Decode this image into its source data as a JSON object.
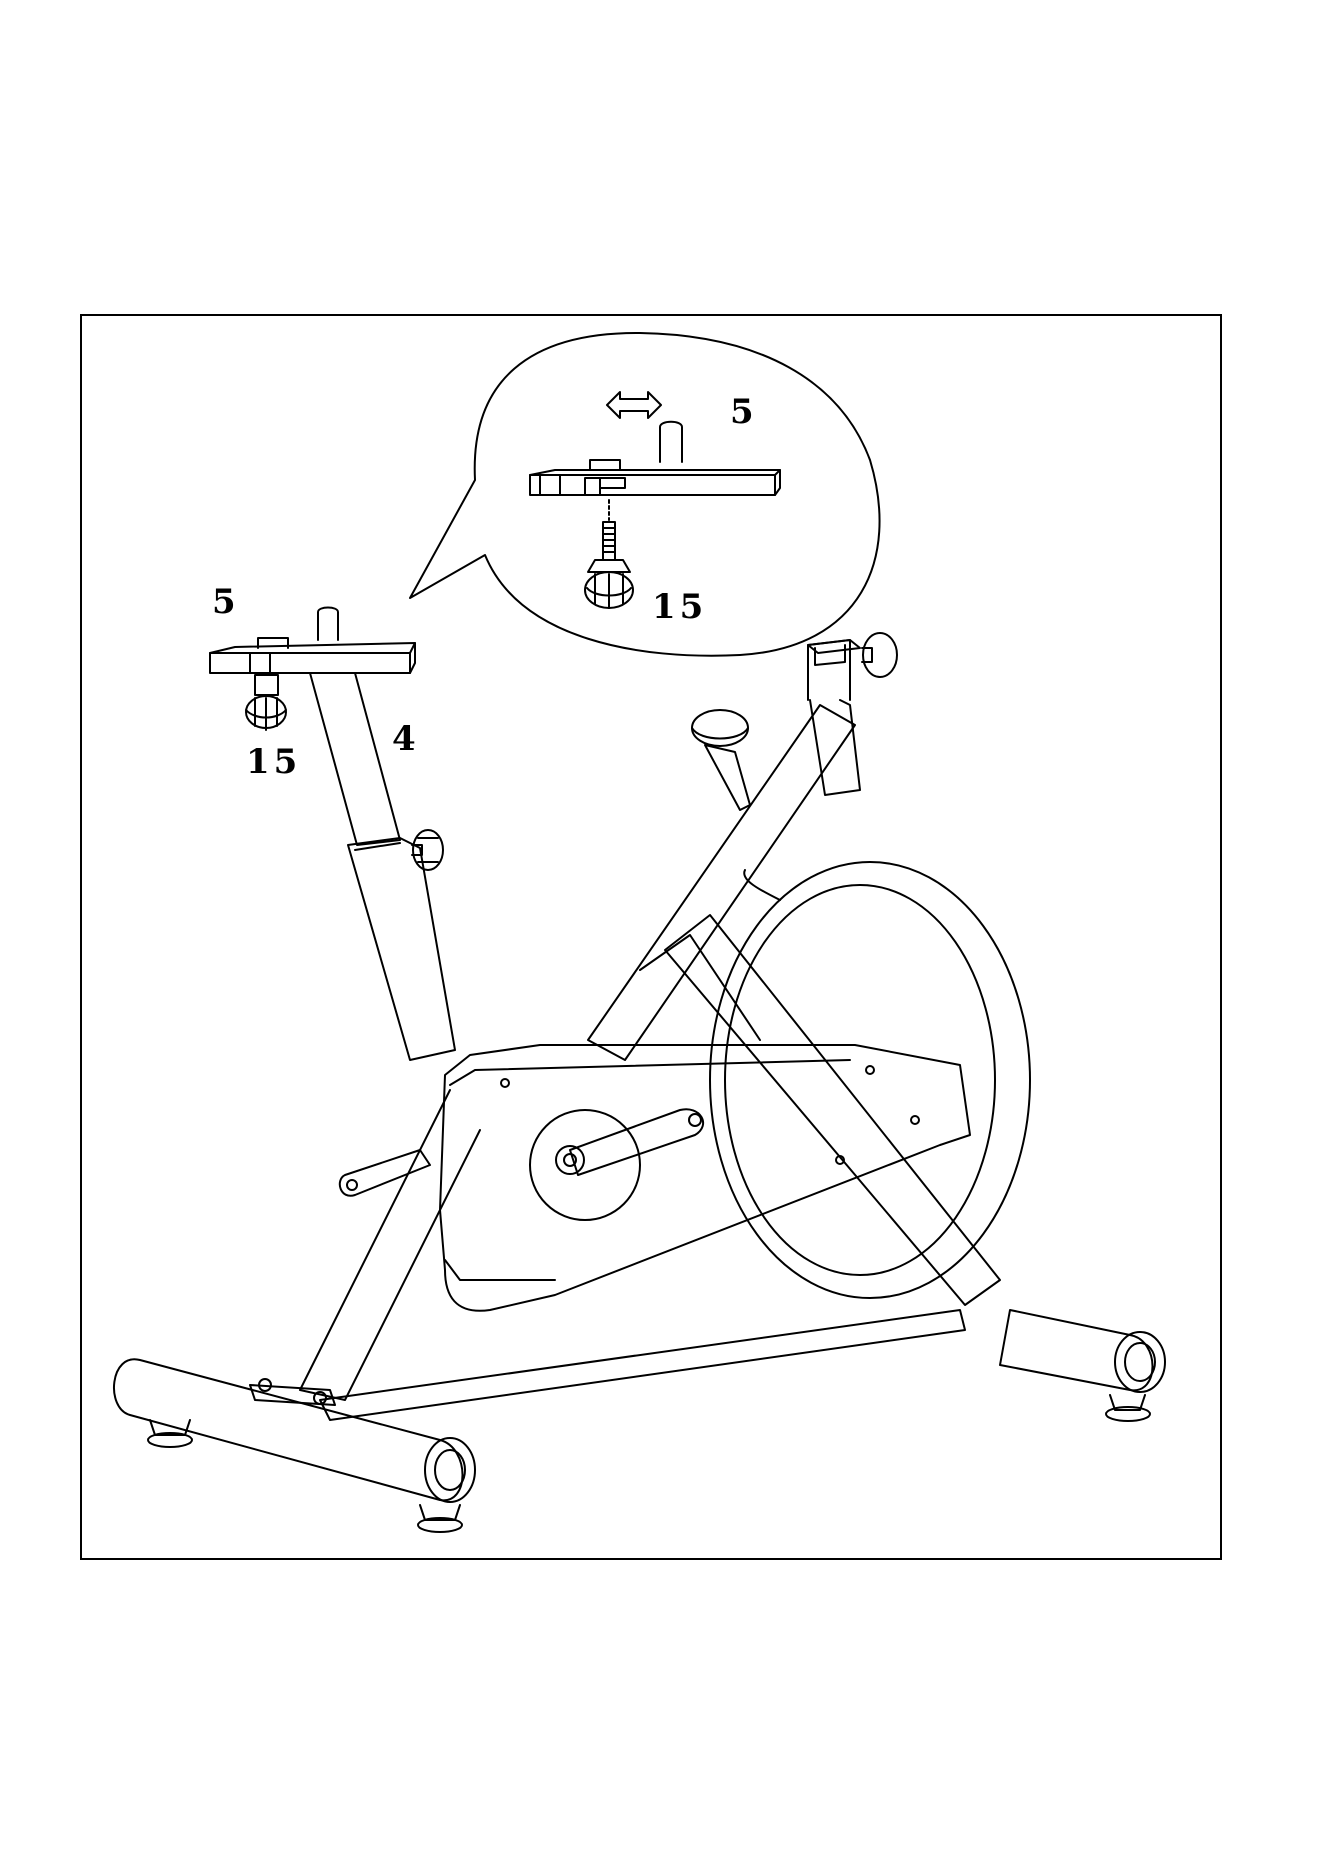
{
  "labels": {
    "zoom_seat": "5",
    "zoom_knob": "15",
    "seat": "5",
    "seat_knob": "15",
    "seat_post": "4"
  },
  "colors": {
    "line": "#000000",
    "background": "#ffffff"
  }
}
